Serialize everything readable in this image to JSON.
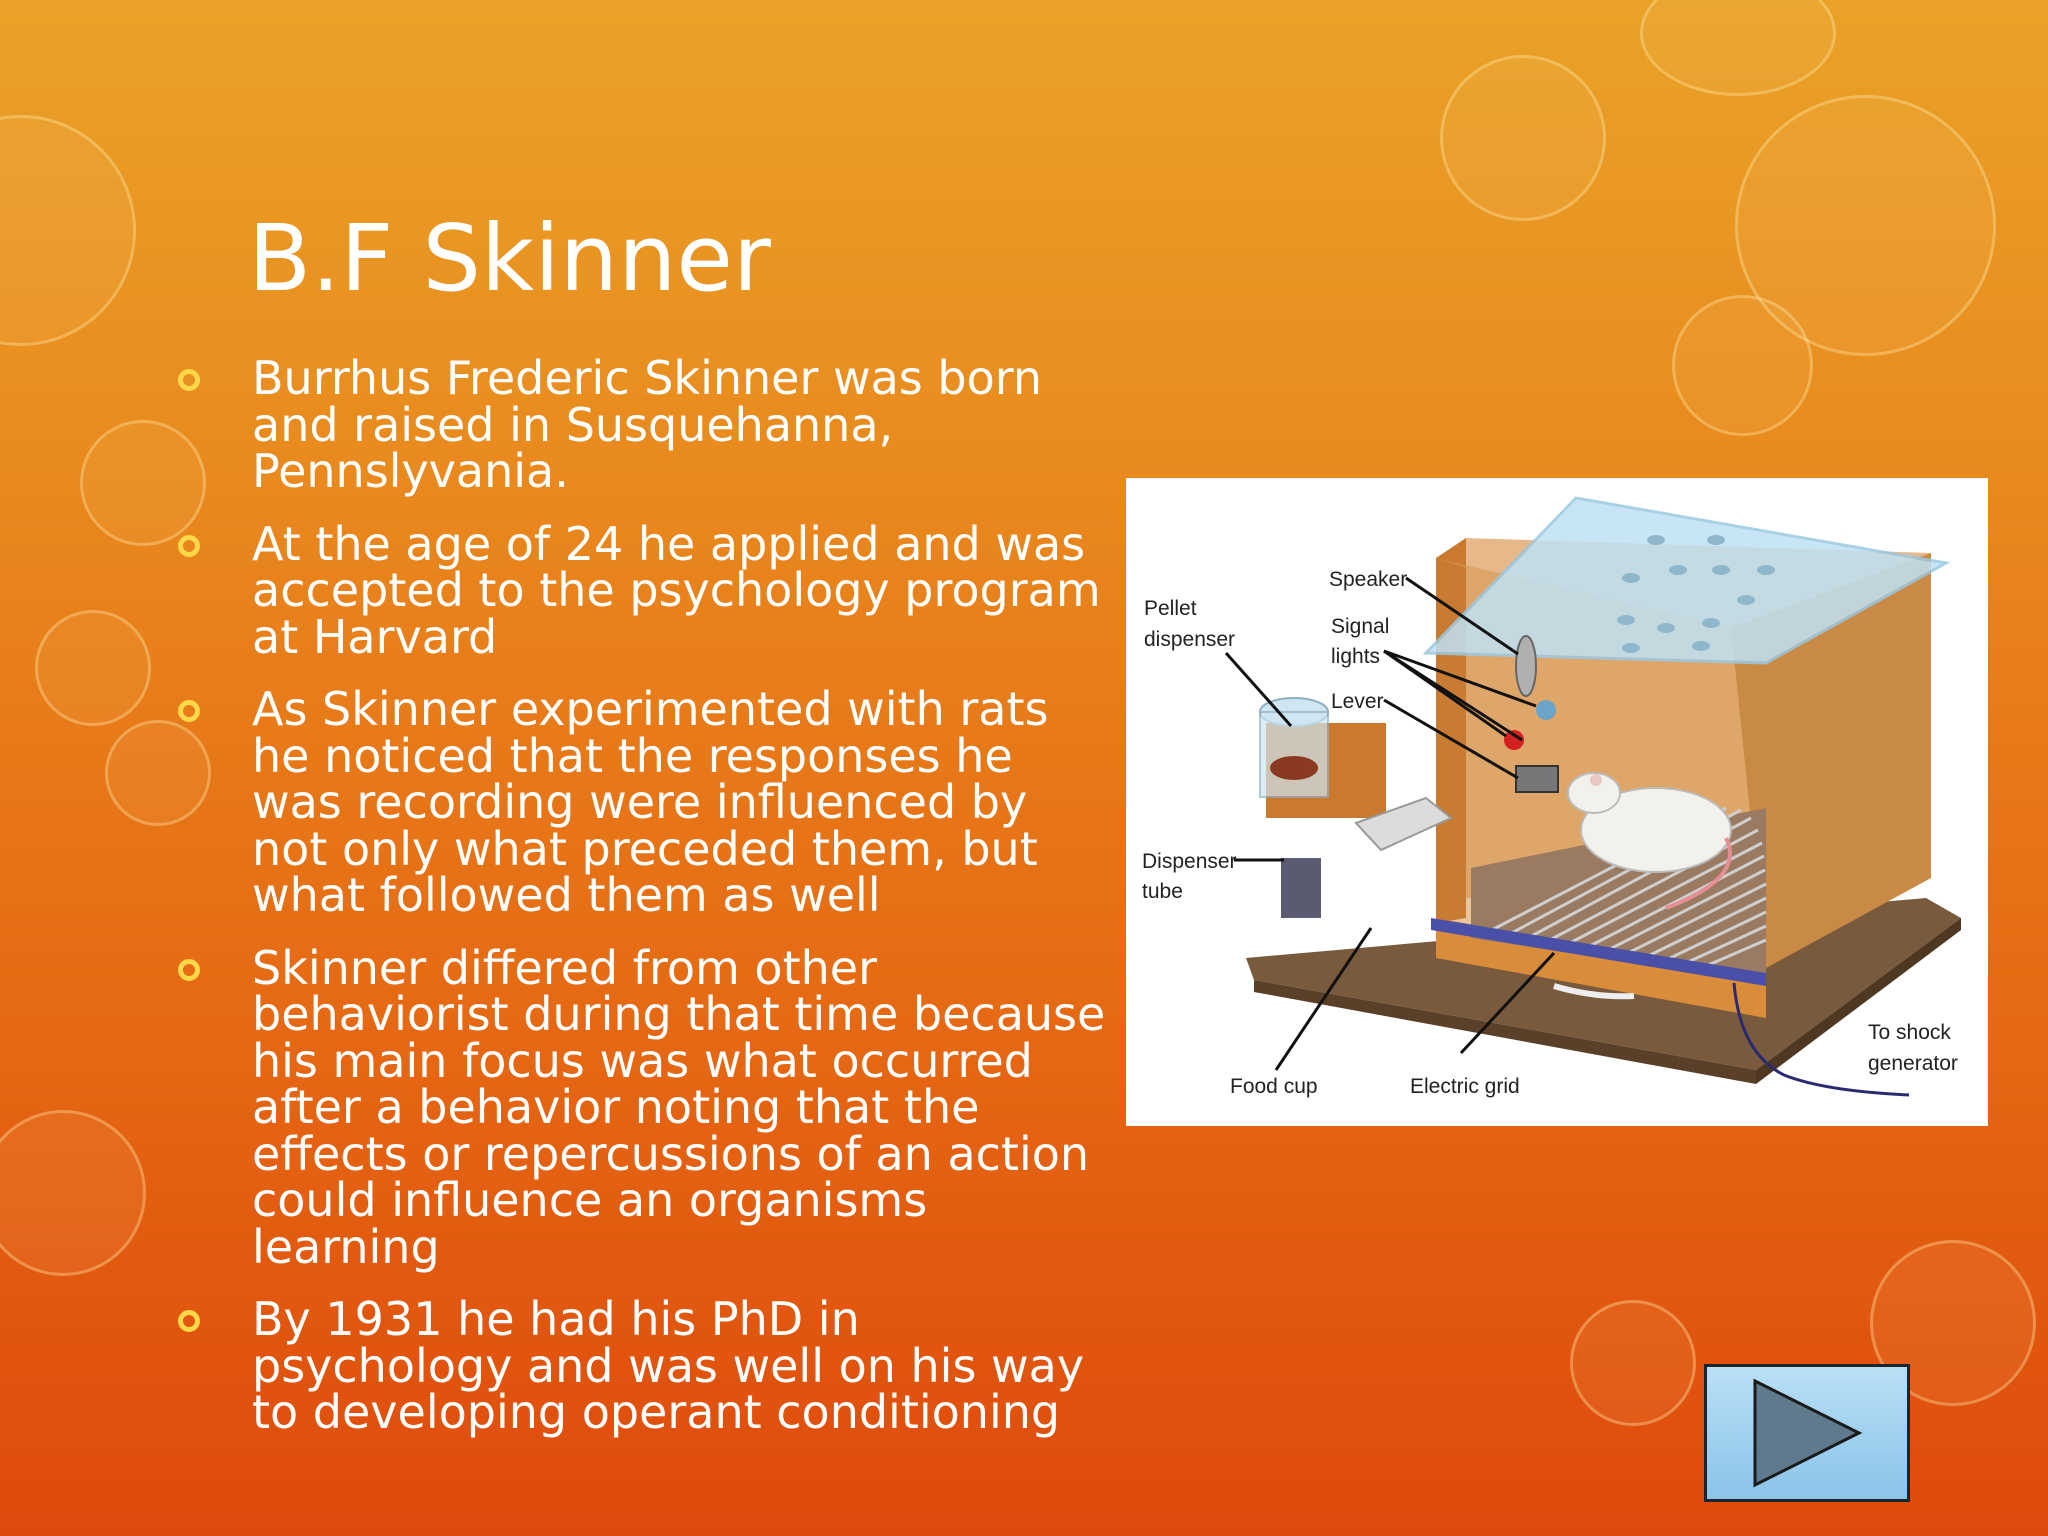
{
  "slide": {
    "title": "B.F Skinner",
    "bullets": [
      {
        "text": "Burrhus Frederic Skinner was born and raised in Susquehanna, Pennslyvania."
      },
      {
        "text": "At the age of 24 he applied and was accepted to the psychology program at Harvard"
      },
      {
        "text": "As Skinner experimented with rats he noticed that the responses he was recording were influenced by not only what preceded them, but what followed them as well"
      },
      {
        "text": "Skinner differed from other behaviorist during that time because his main focus was what occurred after a behavior noting that the effects or repercussions of an action could influence an organisms learning"
      },
      {
        "text": "By 1931 he had his PhD in psychology and was well on his way to developing operant conditioning"
      }
    ]
  },
  "figure": {
    "labels": {
      "speaker": "Speaker",
      "signal_1": "Signal",
      "signal_2": "lights",
      "lever": "Lever",
      "pellet_1": "Pellet",
      "pellet_2": "dispenser",
      "dispenser_1": "Dispenser",
      "dispenser_2": "tube",
      "food_cup": "Food cup",
      "electric_grid": "Electric grid",
      "shock_1": "To shock",
      "shock_2": "generator"
    }
  },
  "navigation": {
    "next_icon": "play-triangle-icon"
  },
  "colors": {
    "background_top": "#e9a227",
    "background_bottom": "#de4a0c",
    "bullet_marker": "#ffd84a",
    "text": "#ffffff"
  }
}
